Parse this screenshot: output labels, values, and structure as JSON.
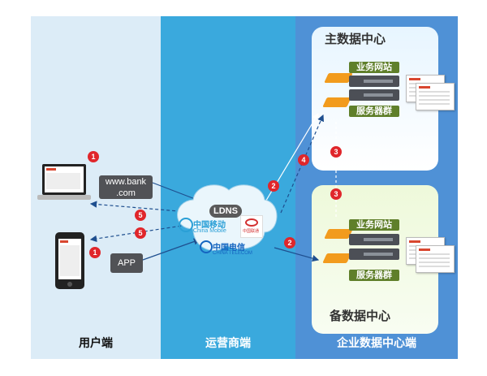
{
  "columns": {
    "user": "用户端",
    "operator": "运营商端",
    "enterprise": "企业数据中心端"
  },
  "datacenters": {
    "main_title": "主数据中心",
    "backup_title": "备数据中心",
    "website_label": "业务网站",
    "server_group_label": "服务器群"
  },
  "client": {
    "url_text": "www.bank\n.com",
    "app_text": "APP"
  },
  "cloud": {
    "ldns_label": "LDNS",
    "china_mobile": "中国移动",
    "china_mobile_en": "China Mobile",
    "china_unicom": "中国联通",
    "china_telecom": "中国电信",
    "china_telecom_en": "CHINA TELECOM"
  },
  "steps": [
    "1",
    "1",
    "2",
    "2",
    "3",
    "3",
    "4",
    "5",
    "5"
  ],
  "colors": {
    "user_bg": "#dcecf7",
    "operator_bg": "#3aa9dd",
    "enterprise_bg": "#4f91d6",
    "badge": "#e0262b",
    "router": "#f29b1d",
    "label_green": "#5f7f2a"
  }
}
